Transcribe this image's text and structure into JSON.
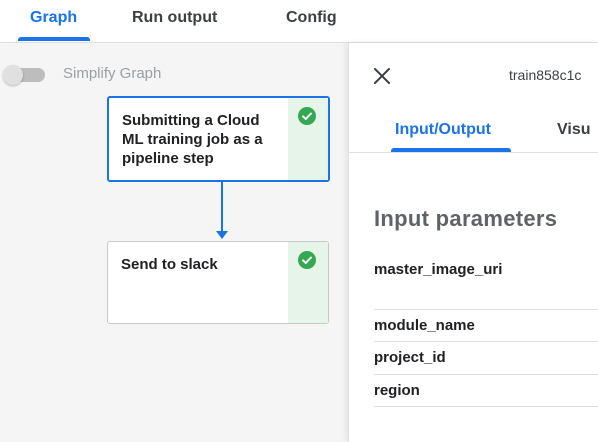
{
  "top_tabs": {
    "graph": "Graph",
    "run_output": "Run output",
    "config": "Config"
  },
  "graph": {
    "simplify_label": "Simplify Graph",
    "simplify_enabled": false,
    "nodes": [
      {
        "label": "Submitting a Cloud ML training job as a pipeline step",
        "status": "succeeded",
        "selected": true
      },
      {
        "label": "Send to slack",
        "status": "succeeded",
        "selected": false
      }
    ]
  },
  "panel": {
    "run_name": "train858c1c",
    "tabs": {
      "input_output": "Input/Output",
      "visualizations": "Visu"
    },
    "section_title": "Input parameters",
    "params": [
      "master_image_uri",
      "module_name",
      "project_id",
      "region"
    ]
  },
  "colors": {
    "accent": "#1a73e8",
    "success": "#34a853",
    "success_bg": "#e6f4ea"
  }
}
